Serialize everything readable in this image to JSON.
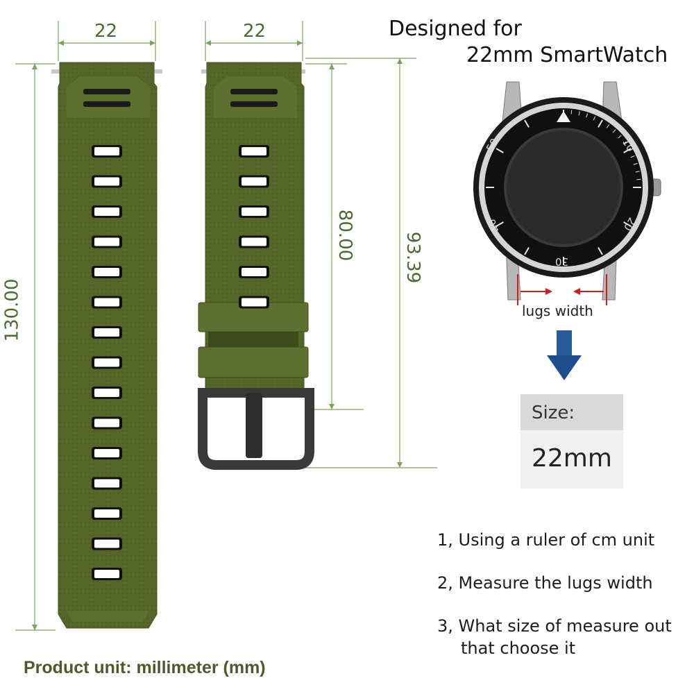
{
  "dimensions": {
    "width_left": "22",
    "width_right": "22",
    "total_length": "130.00",
    "strap_length": "80.00",
    "buckle_length": "93.39"
  },
  "heading": {
    "line1": "Designed for",
    "line2": "22mm SmartWatch"
  },
  "watch": {
    "bezel_numbers": [
      "50",
      "40",
      "30",
      "20",
      "10"
    ],
    "lugs_label": "lugs width"
  },
  "size_box": {
    "label": "Size:",
    "value": "22mm"
  },
  "steps": {
    "s1": "1, Using a ruler of cm unit",
    "s2": "2, Measure the lugs width",
    "s3_line1": "3, What size of measure out",
    "s3_line2": "that choose it"
  },
  "footer": {
    "unit": "Product unit: millimeter (mm)"
  },
  "colors": {
    "strap": "#5a6a2a",
    "dimension_lines": "#6f9a4a",
    "arrow": "#1f4e8c"
  }
}
